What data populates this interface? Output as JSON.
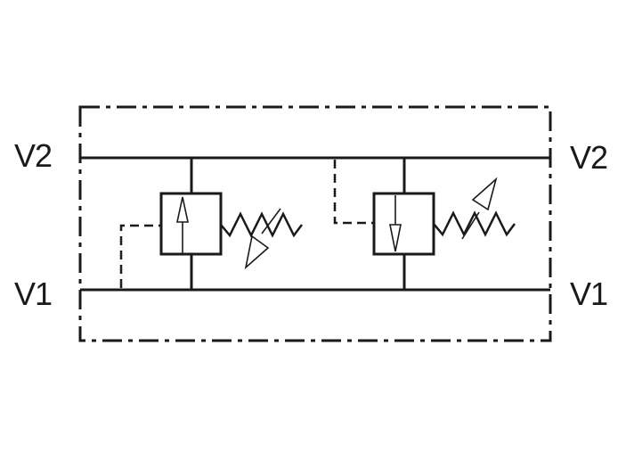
{
  "ports": {
    "v2_left": "V2",
    "v2_right": "V2",
    "v1_left": "V1",
    "v1_right": "V1"
  },
  "colors": {
    "line": "#1a1a1a",
    "background": "#ffffff"
  }
}
